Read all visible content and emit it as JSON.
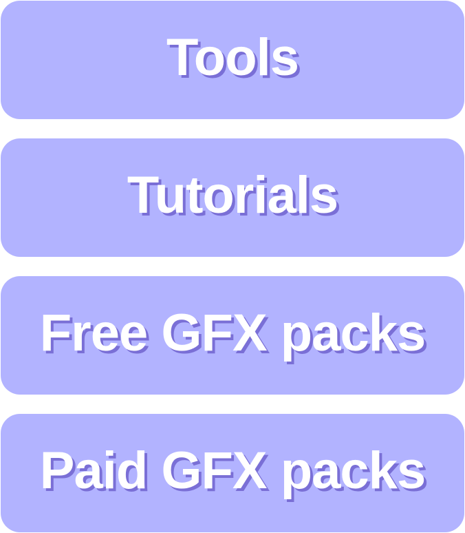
{
  "menu": {
    "items": [
      {
        "label": "Tools"
      },
      {
        "label": "Tutorials"
      },
      {
        "label": "Free GFX packs"
      },
      {
        "label": "Paid GFX packs"
      }
    ]
  },
  "colors": {
    "button_background": "#b2b3ff",
    "label_text": "#ffffff",
    "label_shadow": "#7a6fd6"
  }
}
